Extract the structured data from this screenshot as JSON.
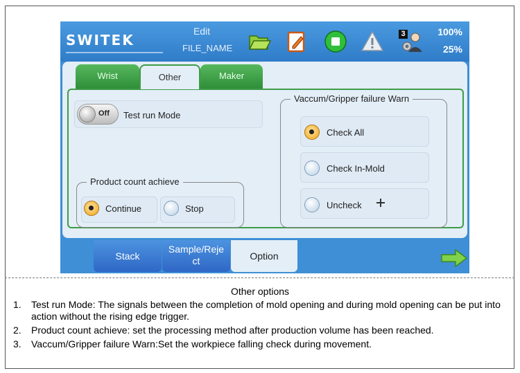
{
  "header": {
    "logo": "SWITEK",
    "mode": "Edit",
    "file_name": "FILE_NAME",
    "badge": "3",
    "speed_top": "100%",
    "speed_bottom": "25%",
    "icons": [
      "folder-open-icon",
      "edit-document-icon",
      "stop-icon",
      "warning-icon",
      "user-settings-icon"
    ]
  },
  "tabs": [
    {
      "label": "Wrist"
    },
    {
      "label": "Other"
    },
    {
      "label": "Maker"
    }
  ],
  "test_run": {
    "toggle_label": "Off",
    "label": "Test run Mode"
  },
  "product_count": {
    "title": "Product count achieve",
    "options": [
      {
        "label": "Continue",
        "selected": true
      },
      {
        "label": "Stop",
        "selected": false
      }
    ]
  },
  "vacuum": {
    "title": "Vaccum/Gripper failure Warn",
    "options": [
      {
        "label": "Check All",
        "selected": true
      },
      {
        "label": "Check In-Mold",
        "selected": false
      },
      {
        "label": "Uncheck",
        "selected": false
      }
    ]
  },
  "bottom_tabs": [
    {
      "label": "Stack"
    },
    {
      "label": "Sample/Reject"
    },
    {
      "label": "Option"
    }
  ],
  "colors": {
    "accent_blue": "#3e8fd6",
    "tab_green": "#3f9b47",
    "radio_on": "#f0a31c"
  },
  "caption": "Other options",
  "notes": [
    {
      "num": "1.",
      "text": "Test run Mode: The signals between the completion of mold opening and during mold opening can be put into action without the rising edge trigger."
    },
    {
      "num": "2.",
      "text": "Product count achieve: set the processing method after production volume has been reached."
    },
    {
      "num": "3.",
      "text": "Vaccum/Gripper failure Warn:Set the workpiece falling check during movement."
    }
  ]
}
